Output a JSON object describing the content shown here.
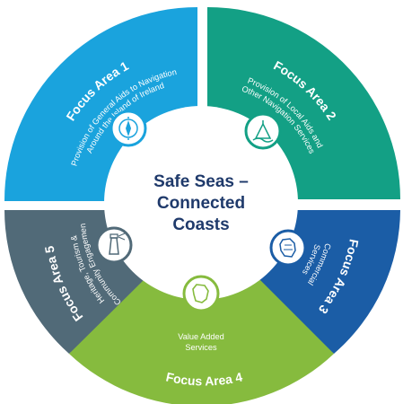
{
  "center": {
    "lines": [
      "Safe Seas –",
      "Connected",
      "Coasts"
    ]
  },
  "segments": [
    {
      "title": "Focus Area 1",
      "lines": [
        "Provision of General Aids to Navigation",
        "Around the Island of Ireland"
      ],
      "color": "#1aa3dd",
      "icon": "compass-icon"
    },
    {
      "title": "Focus Area 2",
      "lines": [
        "Provision of Local Aids and",
        "Other Navigation Services"
      ],
      "color": "#13a085",
      "icon": "buoy-icon"
    },
    {
      "title": "Focus Area 3",
      "lines": [
        "Commercial",
        "Services"
      ],
      "color": "#1b5da6",
      "icon": "map-ireland-icon"
    },
    {
      "title": "Focus Area 4",
      "lines": [
        "Value Added",
        "Services"
      ],
      "color": "#86bb3e",
      "icon": "ireland-shape-icon"
    },
    {
      "title": "Focus Area 5",
      "lines": [
        "Heritage, Tourism &",
        "Community Engagement"
      ],
      "color": "#516a78",
      "icon": "lighthouse-icon"
    }
  ]
}
